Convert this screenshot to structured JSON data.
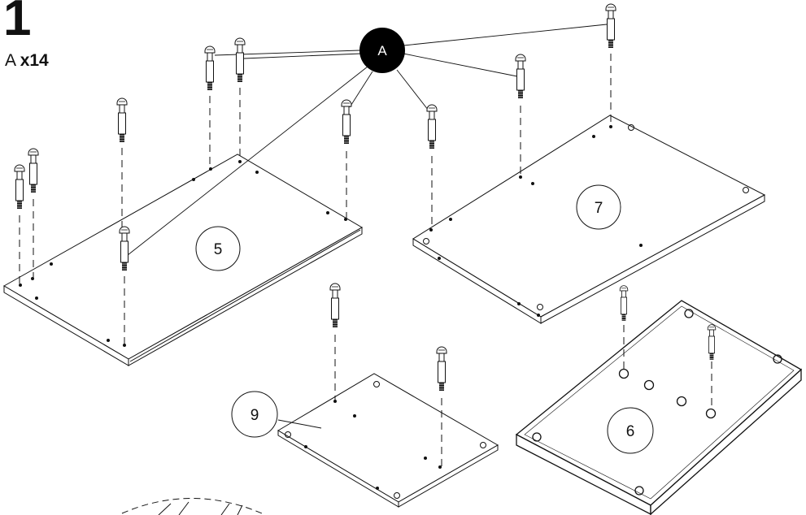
{
  "step": {
    "number": "1",
    "part": "A",
    "quantity": "x14"
  },
  "callout": {
    "label": "A"
  },
  "panels": [
    {
      "id": "5",
      "label": "5"
    },
    {
      "id": "7",
      "label": "7"
    },
    {
      "id": "9",
      "label": "9"
    },
    {
      "id": "6",
      "label": "6"
    }
  ],
  "colors": {
    "line": "#111111",
    "callout_fill": "#000000",
    "background": "#ffffff"
  },
  "icons": {
    "fastener": "cam-bolt-icon",
    "leader": "leader-line"
  }
}
